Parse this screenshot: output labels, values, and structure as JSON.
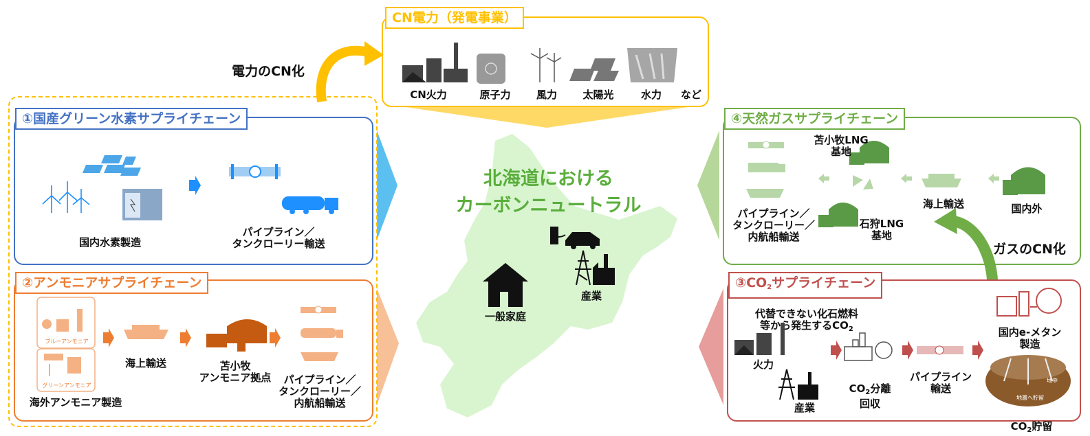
{
  "cn_power": {
    "title": "CN電力（発電事業）",
    "items": [
      "CN火力",
      "原子力",
      "風力",
      "太陽光",
      "水力",
      "など"
    ],
    "arrow_label": "電力のCN化"
  },
  "center": {
    "title_line1": "北海道における",
    "title_line2": "カーボンニュートラル",
    "household": "一般家庭",
    "industry": "産業"
  },
  "hydrogen": {
    "title": "①国産グリーン水素サプライチェーン",
    "production": "国内水素製造",
    "transport": "パイプライン／\nタンクローリー輸送"
  },
  "ammonia": {
    "title": "②アンモニアサプライチェーン",
    "blue": "ブルーアンモニア",
    "green": "グリーンアンモニア",
    "overseas": "海外アンモニア製造",
    "sea": "海上輸送",
    "hub": "苫小牧\nアンモニア拠点",
    "transport": "パイプライン／\nタンクローリー／\n内航船輸送"
  },
  "co2": {
    "title_pre": "③CO",
    "title_sub": "2",
    "title_post": "サプライチェーン",
    "source_line1": "代替できない化石燃料",
    "source_line2": "等から発生するCO",
    "source_sub": "2",
    "thermal": "火力",
    "industry": "産業",
    "capture_pre": "CO",
    "capture_sub": "2",
    "capture_post": "分離",
    "capture_line2": "回収",
    "pipeline": "パイプライン\n輸送",
    "emethane": "国内e-メタン\n製造",
    "storage_pre": "CO",
    "storage_sub": "2",
    "storage_post": "貯留",
    "underground_1": "地中",
    "underground_2": "地層へ貯留"
  },
  "gas": {
    "title": "④天然ガスサプライチェーン",
    "tomakomai": "苫小牧LNG\n基地",
    "ishikari": "石狩LNG\n基地",
    "sea": "海上輸送",
    "overseas": "国内外",
    "transport": "パイプライン／\nタンクローリー／\n内航船輸送",
    "arrow_label": "ガスのCN化"
  },
  "colors": {
    "hydrogen": "#4472c4",
    "ammonia": "#ed7d31",
    "co2": "#c0504d",
    "gas": "#70ad47",
    "power": "#ffc000",
    "map": "#d9f5d0"
  }
}
